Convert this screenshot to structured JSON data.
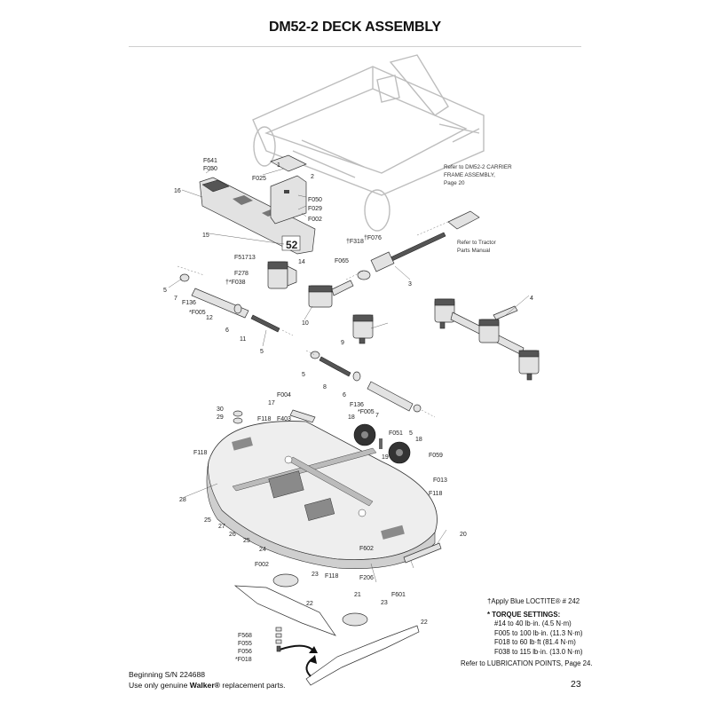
{
  "title": "DM52-2 DECK ASSEMBLY",
  "carrier_ref": [
    "Refer to DM52-2 CARRIER",
    "FRAME ASSEMBLY,",
    "Page 20"
  ],
  "tractor_ref": [
    "Refer to Tractor",
    "Parts Manual"
  ],
  "deck_decal": "52",
  "callouts": {
    "F641": "F641",
    "F050": "F050",
    "F025": "F025",
    "c16": "16",
    "c1": "1",
    "c2": "2",
    "F050b": "F050",
    "F029": "F029",
    "F002": "F002",
    "c15": "15",
    "F318": "†F318",
    "F076": "†F076",
    "F065": "F065",
    "c3": "3",
    "F517": "F517",
    "c13": "13",
    "c14": "14",
    "F278": "F278",
    "F038": "†*F038",
    "c5a": "5",
    "c7a": "7",
    "F136a": "F136",
    "F005a": "*F005",
    "c12": "12",
    "c6a": "6",
    "c11": "11",
    "c5b": "5",
    "c10": "10",
    "c9": "9",
    "c4": "4",
    "c5c": "5",
    "c8": "8",
    "c6b": "6",
    "c7b": "7",
    "F136b": "F136",
    "F005b": "*F005",
    "c5d": "5",
    "c30": "30",
    "c29": "29",
    "F004": "F004",
    "c17": "17",
    "F118a": "F118",
    "F403": "F403",
    "c18a": "18",
    "F051": "F051",
    "c18b": "18",
    "c19": "19",
    "F059": "F059",
    "F118b": "F118",
    "F013": "F013",
    "F118c": "F118",
    "c28": "28",
    "c25a": "25",
    "c27": "27",
    "c26": "26",
    "c25b": "25",
    "c24": "24",
    "c20": "20",
    "F602": "F602",
    "F002b": "F002",
    "c23a": "23",
    "F118d": "F118",
    "F206": "F206",
    "c21": "21",
    "F601": "F601",
    "c23b": "23",
    "c22a": "22",
    "c22b": "22",
    "F568": "F568",
    "F055": "F055",
    "F056": "F056",
    "F018": "*F018"
  },
  "notes": {
    "loctite": "†Apply Blue LOCTITE® # 242",
    "torque_title": "* TORQUE SETTINGS:",
    "torque_rows": [
      "#14 to 40 lb·in. (4.5 N·m)",
      "F005 to 100 lb·in. (11.3 N·m)",
      "F018 to 60 lb·ft (81.4 N·m)",
      "F038 to 115 lb·in. (13.0 N·m)"
    ],
    "lube_ref": "Refer to LUBRICATION POINTS, Page 24."
  },
  "footer": {
    "serial": "Beginning S/N 224688",
    "genuine_pre": "Use only genuine ",
    "genuine_brand": "Walker®",
    "genuine_post": " replacement parts.",
    "page_number": "23"
  }
}
